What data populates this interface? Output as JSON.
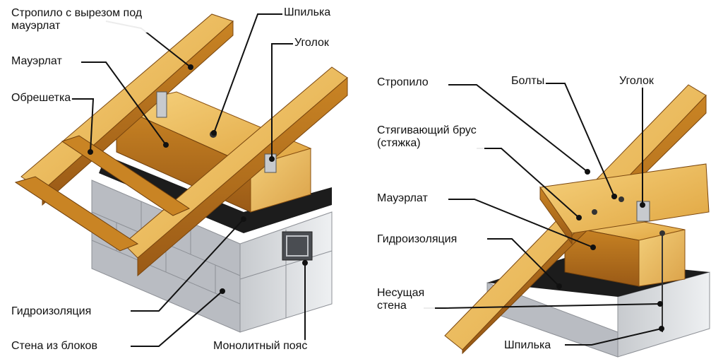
{
  "left_diagram": {
    "labels": {
      "rafter_notch": "Стропило с вырезом под мауэрлат",
      "stud": "Шпилька",
      "mauerlat": "Мауэрлат",
      "corner": "Уголок",
      "lathing": "Обрешетка",
      "waterproofing": "Гидроизоляция",
      "block_wall": "Стена из блоков",
      "monolithic_belt": "Монолитный пояс"
    }
  },
  "right_diagram": {
    "labels": {
      "rafter": "Стропило",
      "bolts": "Болты",
      "corner": "Уголок",
      "tie_beam": "Стягивающий брус (стяжка)",
      "mauerlat": "Мауэрлат",
      "waterproofing": "Гидроизоляция",
      "bearing_wall": "Несущая стена",
      "stud": "Шпилька"
    }
  },
  "colors": {
    "wood_light": "#f0c060",
    "wood_mid": "#d99a30",
    "wood_dark": "#a8661c",
    "concrete_light": "#e4e6ea",
    "concrete_dark": "#b9bcc2",
    "waterproofing": "#1c1c1c",
    "leader_line": "#111111"
  }
}
